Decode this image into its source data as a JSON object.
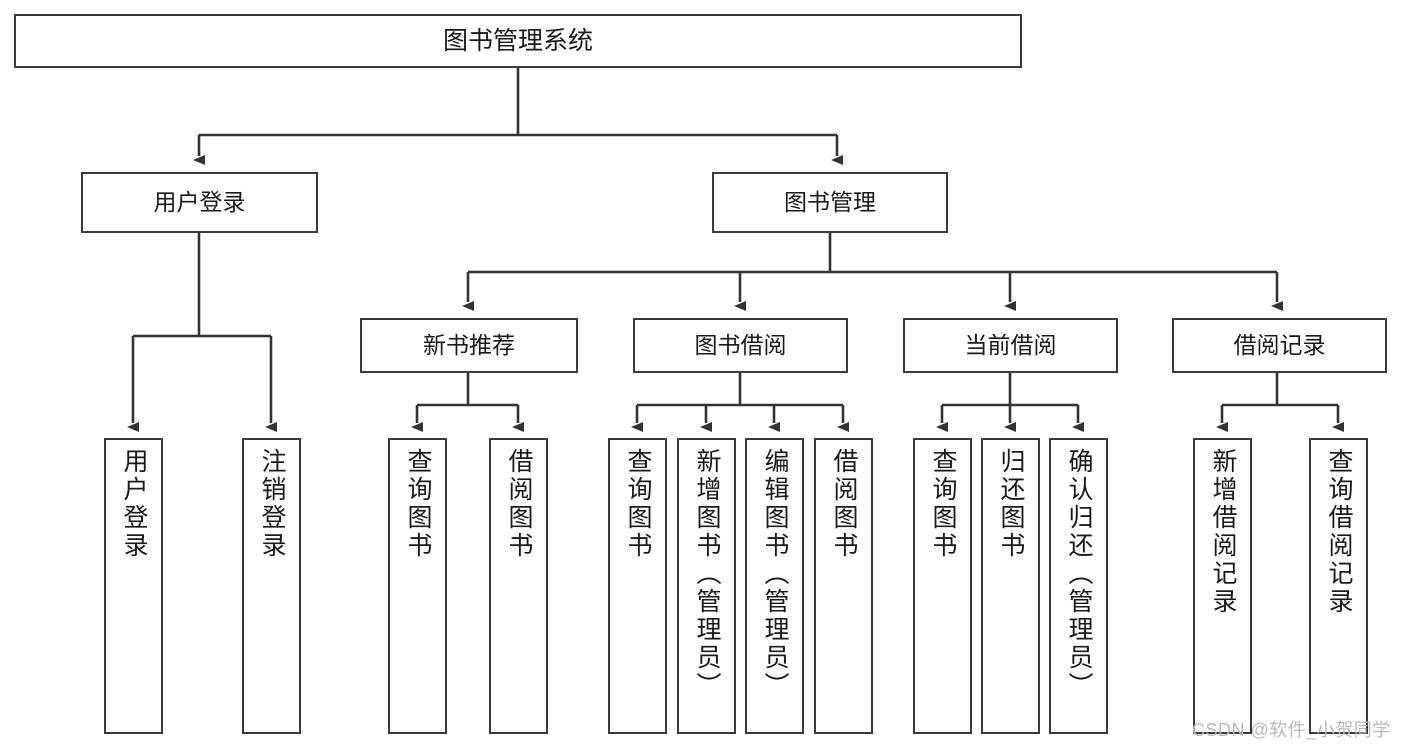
{
  "diagram": {
    "title": "图书管理系统",
    "type": "hierarchy-tree",
    "root": {
      "label": "图书管理系统"
    },
    "level2": [
      {
        "label": "用户登录"
      },
      {
        "label": "图书管理"
      }
    ],
    "level3": [
      {
        "label": "新书推荐"
      },
      {
        "label": "图书借阅"
      },
      {
        "label": "当前借阅"
      },
      {
        "label": "借阅记录"
      }
    ],
    "leaves": {
      "user_login": [
        {
          "label": "用户登录"
        },
        {
          "label": "注销登录"
        }
      ],
      "new_book_recommend": [
        {
          "label": "查询图书"
        },
        {
          "label": "借阅图书"
        }
      ],
      "book_borrow": [
        {
          "label": "查询图书"
        },
        {
          "label": "新增图书（管理员）"
        },
        {
          "label": "编辑图书（管理员）"
        },
        {
          "label": "借阅图书"
        }
      ],
      "current_borrow": [
        {
          "label": "查询图书"
        },
        {
          "label": "归还图书"
        },
        {
          "label": "确认归还（管理员）"
        }
      ],
      "borrow_record": [
        {
          "label": "新增借阅记录"
        },
        {
          "label": "查询借阅记录"
        }
      ]
    }
  },
  "watermark": {
    "text": "CSDN @软件_小贺同学"
  },
  "colors": {
    "box_border": "#3a3a3a",
    "line": "#333333",
    "text": "#1a1a1a",
    "background": "#ffffff",
    "watermark": "#b9b9b9"
  }
}
